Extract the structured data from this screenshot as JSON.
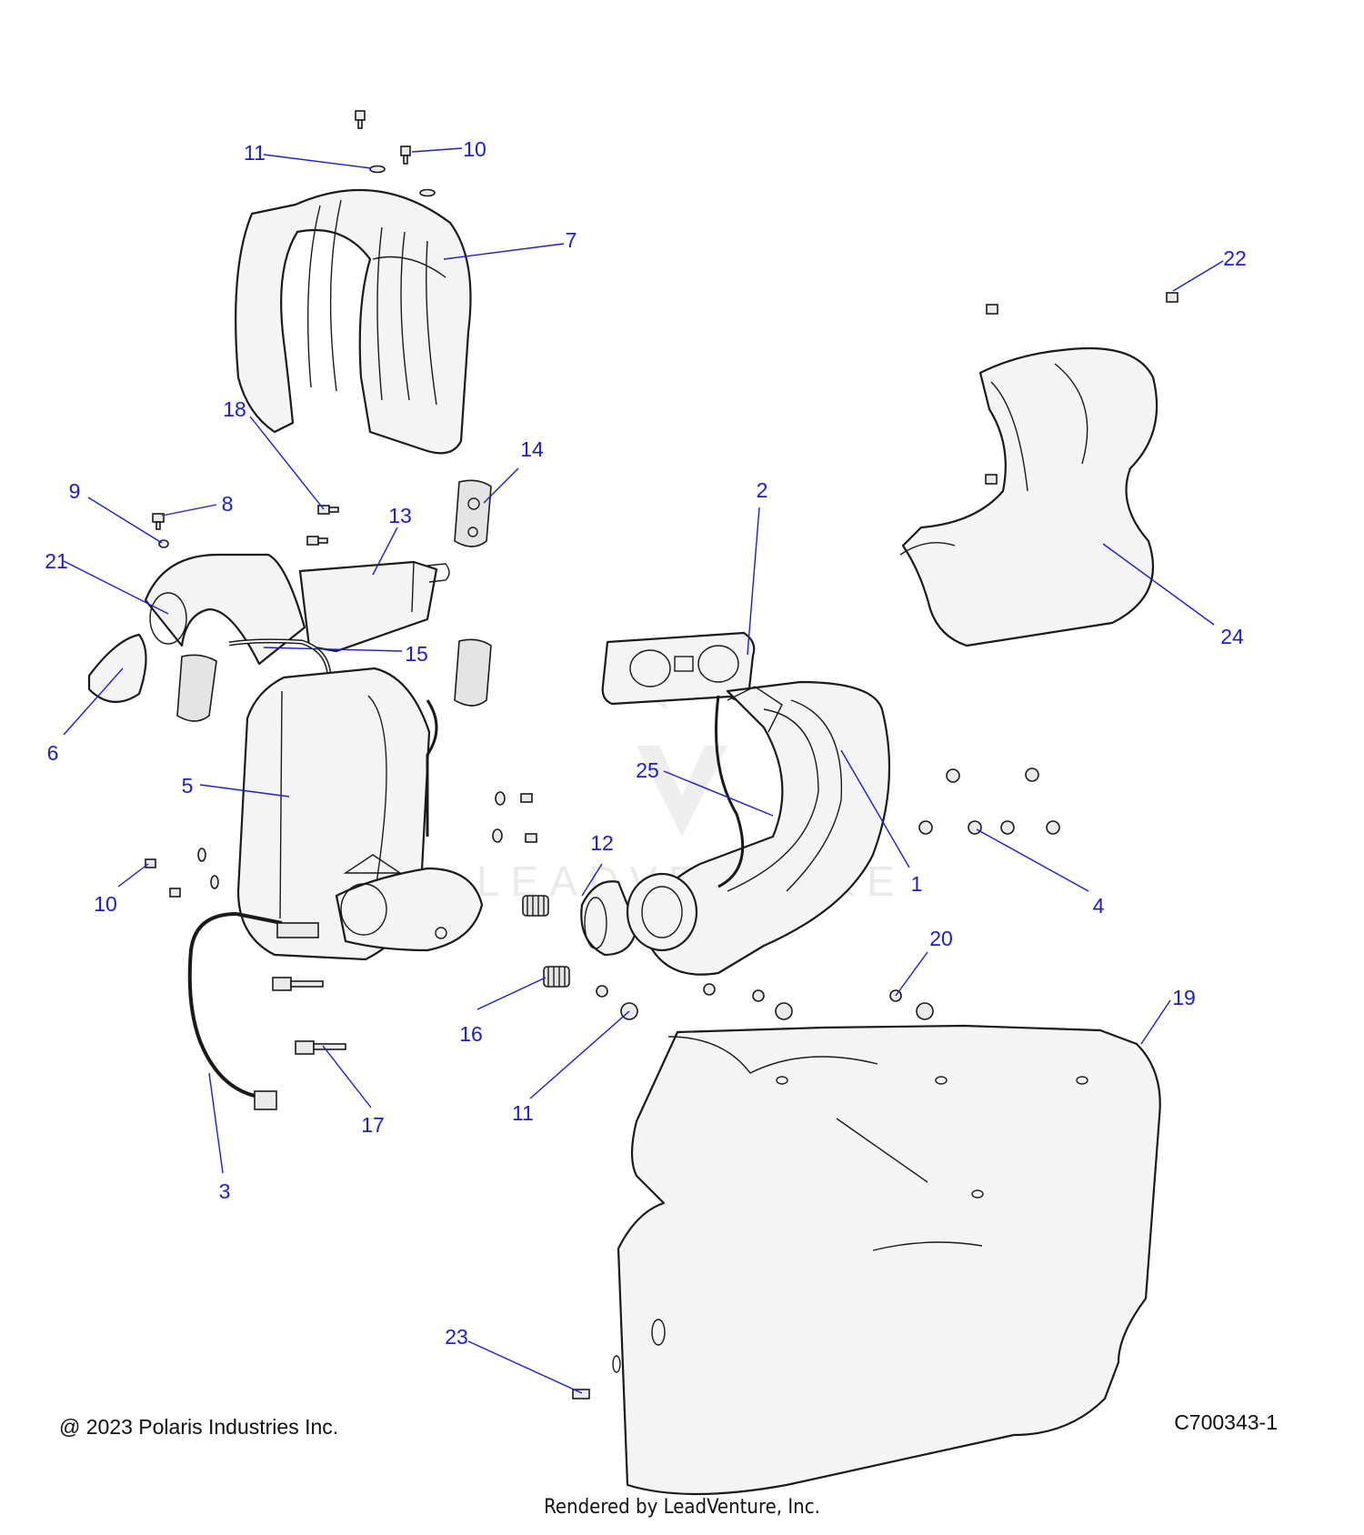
{
  "diagram": {
    "callouts": [
      {
        "id": "c1",
        "label": "1"
      },
      {
        "id": "c2",
        "label": "2"
      },
      {
        "id": "c3",
        "label": "3"
      },
      {
        "id": "c4",
        "label": "4"
      },
      {
        "id": "c5",
        "label": "5"
      },
      {
        "id": "c6",
        "label": "6"
      },
      {
        "id": "c7",
        "label": "7"
      },
      {
        "id": "c8",
        "label": "8"
      },
      {
        "id": "c9",
        "label": "9"
      },
      {
        "id": "c10a",
        "label": "10"
      },
      {
        "id": "c10b",
        "label": "10"
      },
      {
        "id": "c11a",
        "label": "11"
      },
      {
        "id": "c11b",
        "label": "11"
      },
      {
        "id": "c12",
        "label": "12"
      },
      {
        "id": "c13",
        "label": "13"
      },
      {
        "id": "c14",
        "label": "14"
      },
      {
        "id": "c15",
        "label": "15"
      },
      {
        "id": "c16",
        "label": "16"
      },
      {
        "id": "c17",
        "label": "17"
      },
      {
        "id": "c18",
        "label": "18"
      },
      {
        "id": "c19",
        "label": "19"
      },
      {
        "id": "c20",
        "label": "20"
      },
      {
        "id": "c21",
        "label": "21"
      },
      {
        "id": "c22",
        "label": "22"
      },
      {
        "id": "c23",
        "label": "23"
      },
      {
        "id": "c24",
        "label": "24"
      },
      {
        "id": "c25",
        "label": "25"
      }
    ],
    "watermark_text": "LEADVENTURE",
    "colors": {
      "callout": "#1c1cd6",
      "line": "#1a1a1a",
      "fill": "#f4f4f4"
    }
  },
  "footer": {
    "copyright": "@ 2023 Polaris Industries Inc.",
    "diagram_code": "C700343-1",
    "rendered_by": "Rendered by LeadVenture, Inc."
  }
}
